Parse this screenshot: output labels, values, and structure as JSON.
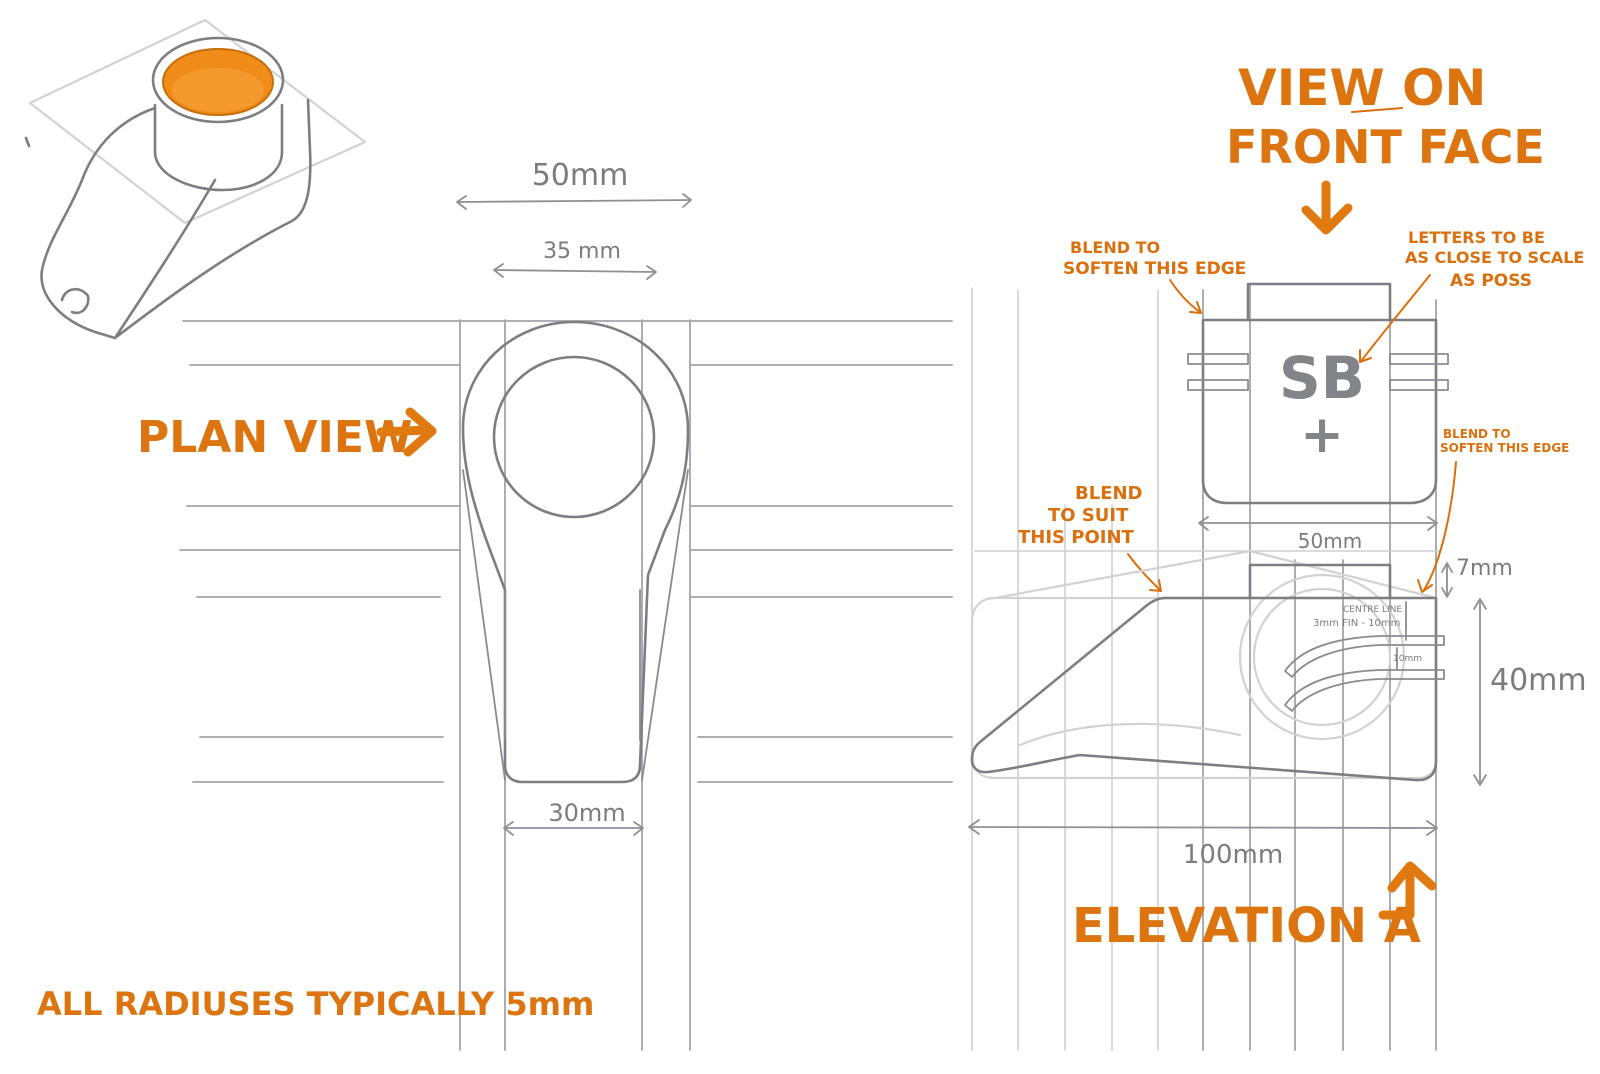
{
  "labels": {
    "view_on": "VIEW ON",
    "front_face": "FRONT FACE",
    "plan_view": "PLAN VIEW",
    "elevation_a": "ELEVATION A",
    "radiuses_note": "ALL RADIUSES TYPICALLY 5mm",
    "blend_top_1": "BLEND TO",
    "blend_top_2": "SOFTEN THIS EDGE",
    "letters_1": "LETTERS TO BE",
    "letters_2": "AS CLOSE TO SCALE",
    "letters_3": "AS POSS",
    "blend_side_1": "BLEND TO",
    "blend_side_2": "SOFTEN THIS EDGE",
    "blend_suit_1": "BLEND",
    "blend_suit_2": "TO SUIT",
    "blend_suit_3": "THIS POINT",
    "centre_line": "CENTRE LINE",
    "fin_note": "3mm FIN - 10mm"
  },
  "dimensions": {
    "plan_top": "50mm",
    "plan_inner": "35 mm",
    "plan_bottom": "30mm",
    "front_width": "50mm",
    "elev_top": "7mm",
    "elev_height": "40mm",
    "elev_width": "100mm",
    "fin_spacing": "10mm"
  },
  "logo": {
    "letters": "SB",
    "symbol": "+"
  },
  "colors": {
    "accent_orange": "#dc7410",
    "pencil_grey": "#7d7d84",
    "guide_grey": "#a3a3aa"
  },
  "icons": {
    "plan_arrow": "arrow-right-icon",
    "front_arrow": "arrow-down-icon",
    "elevation_arrow": "arrow-up-icon",
    "iso_sketch": "isometric-part-sketch"
  }
}
